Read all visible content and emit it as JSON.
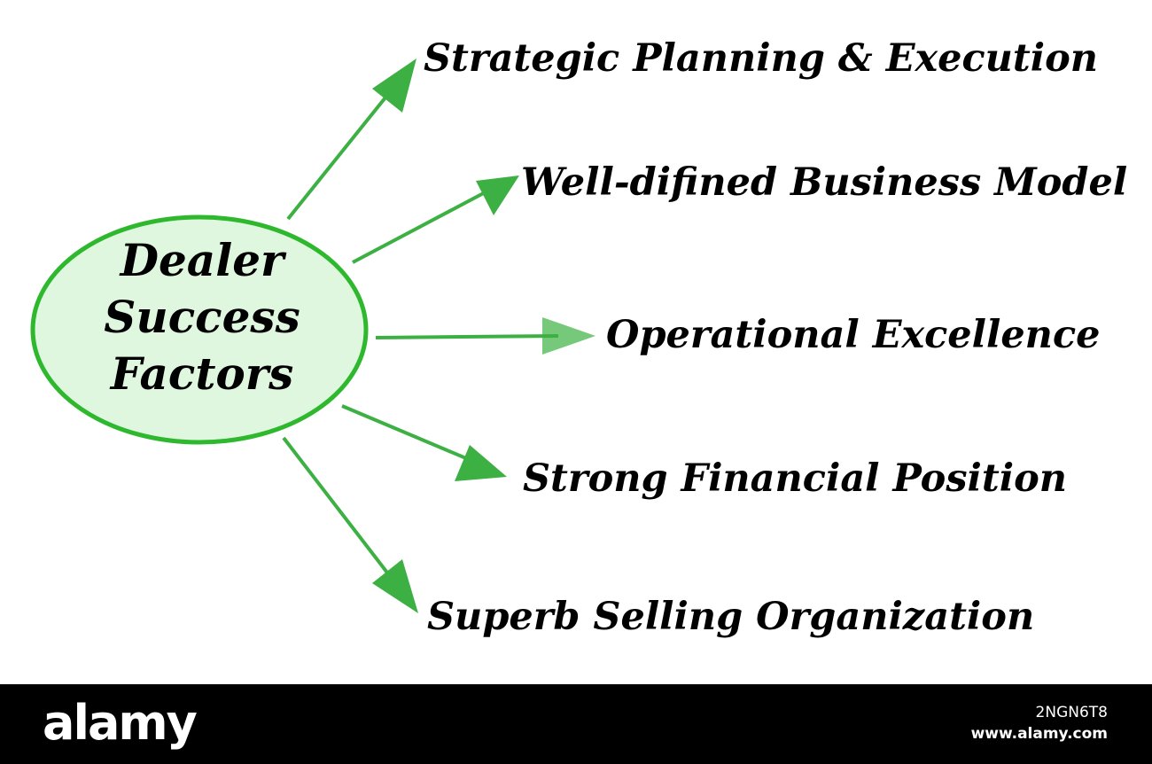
{
  "diagram": {
    "center": {
      "lines": [
        "Dealer",
        "Success",
        "Factors"
      ]
    },
    "factors": [
      "Strategic Planning & Execution",
      "Well-difined Business Model",
      "Operational Excellence",
      "Strong Financial Position",
      "Superb Selling Organization"
    ],
    "colors": {
      "arrow": "#3cb043",
      "ellipse_fill": "#dff7df",
      "ellipse_stroke": "#2eb82e",
      "text": "#000000"
    }
  },
  "footer": {
    "logo": "alamy",
    "image_id": "2NGN6T8",
    "site": "www.alamy.com"
  }
}
